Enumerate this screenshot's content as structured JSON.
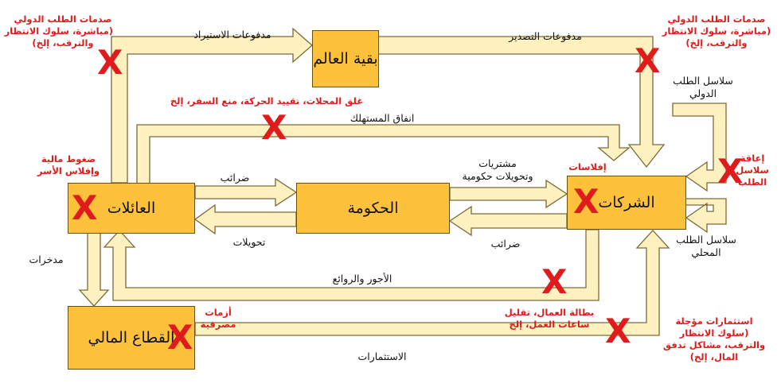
{
  "boxes": {
    "rest_of_world": "بقية العالم",
    "households": "العائلات",
    "government": "الحكومة",
    "firms": "الشركات",
    "financial_sector": "القطاع المالي"
  },
  "flows": {
    "import_payments": "مدفوعات الاستيراد",
    "export_payments": "مدفوعات التصدير",
    "consumer_spending": "انفاق المستهلك",
    "taxes_households": "ضرائب",
    "transfers": "تحويلات",
    "purchases_line1": "مشتريات",
    "purchases_line2": "وتحويلات حكومية",
    "taxes_firms": "ضرائب",
    "wages_rents": "الأجور والروائع",
    "savings": "مدخرات",
    "investments": "الاستثمارات",
    "intl_supply_line1": "سلاسل الطلب",
    "intl_supply_line2": "الدولي",
    "local_supply_line1": "سلاسل الطلب",
    "local_supply_line2": "المحلي"
  },
  "shocks": {
    "intl_demand_left": [
      "صدمات الطلب الدولي",
      "(مباشرة، سلوك الانتظار",
      "والترقب، إلخ)"
    ],
    "intl_demand_right": [
      "صدمات الطلب الدولي",
      "(مباشرة، سلوك الانتظار",
      "والترقب، إلخ)"
    ],
    "lockdown": "غلق المحلات، تقييد الحركة، منع السفر، إلخ",
    "financial_pressure": [
      "ضغوط مالية",
      "وإفلاس الأسر"
    ],
    "bankruptcies": "إفلاسات",
    "supply_chain": [
      "إعاقة",
      "سلاسل",
      "الطلب"
    ],
    "bank_crises": [
      "أزمات",
      "مصرفية"
    ],
    "unemployment": [
      "بطالة العمال، تقليل",
      "ساعات العمل، إلخ"
    ],
    "deferred_investment": [
      "استثمارات مؤجلة",
      "(سلوك الانتظار",
      "والترقب، مشاكل تدفق",
      "المال، إلخ)"
    ]
  },
  "markers": {
    "x": "X"
  },
  "colors": {
    "box": "#fdc13b",
    "arrow_fill": "#fff2c0",
    "arrow_stroke": "#7a6a3a",
    "shock": "#e01b1b"
  }
}
